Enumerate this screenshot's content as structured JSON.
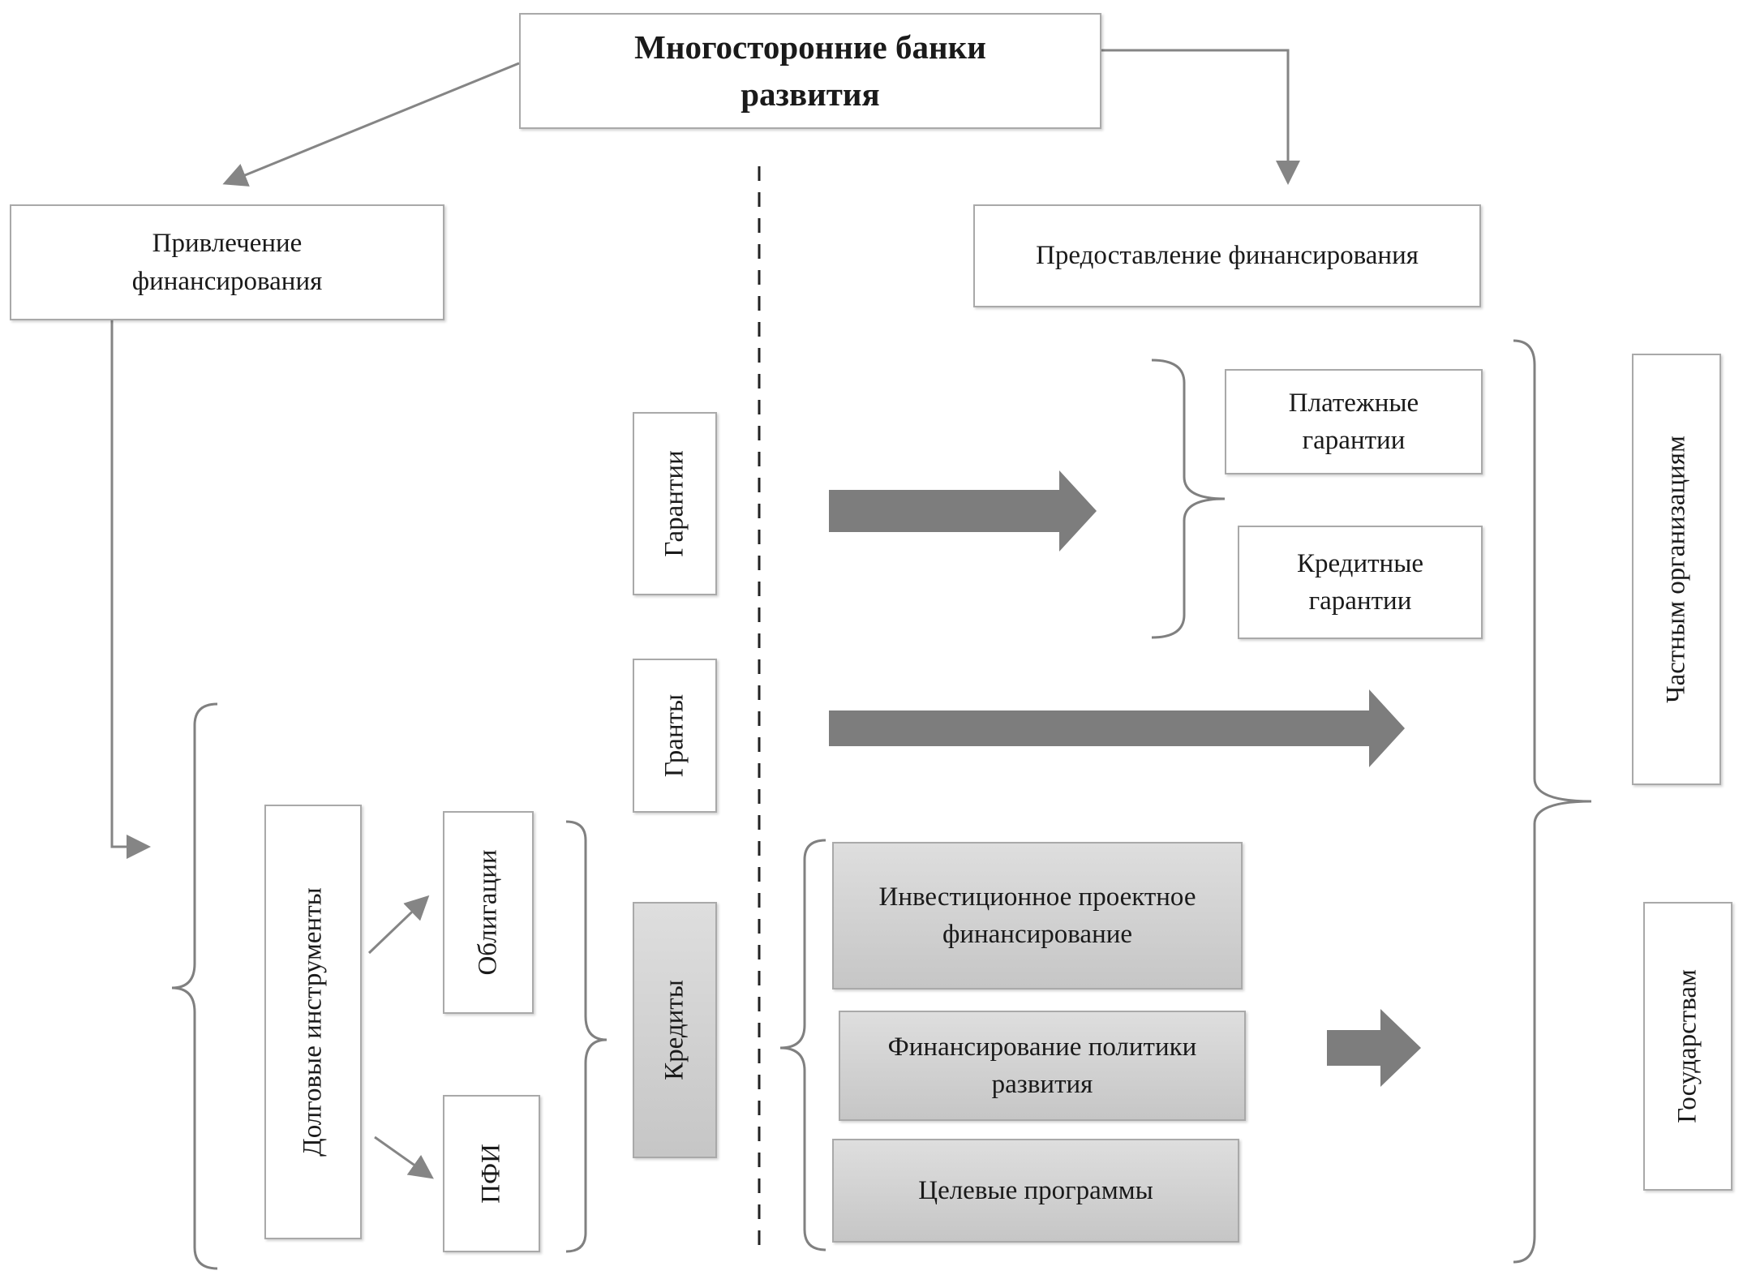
{
  "diagram": {
    "title": "Многосторонние банки развития",
    "left_branch": "Привлечение финансирования",
    "right_branch": "Предоставление финансирования",
    "debt_instruments": "Долговые инструменты",
    "bonds": "Облигации",
    "derivatives": "ПФИ",
    "guarantees": "Гарантии",
    "grants": "Гранты",
    "loans": "Кредиты",
    "payment_guarantees": "Платежные гарантии",
    "credit_guarantees": "Кредитные гарантии",
    "investment_project_financing": "Инвестиционное проектное финансирование",
    "development_policy_financing": "Финансирование политики развития",
    "targeted_programs": "Целевые программы",
    "private_organizations": "Частным организациям",
    "governments": "Государствам"
  }
}
